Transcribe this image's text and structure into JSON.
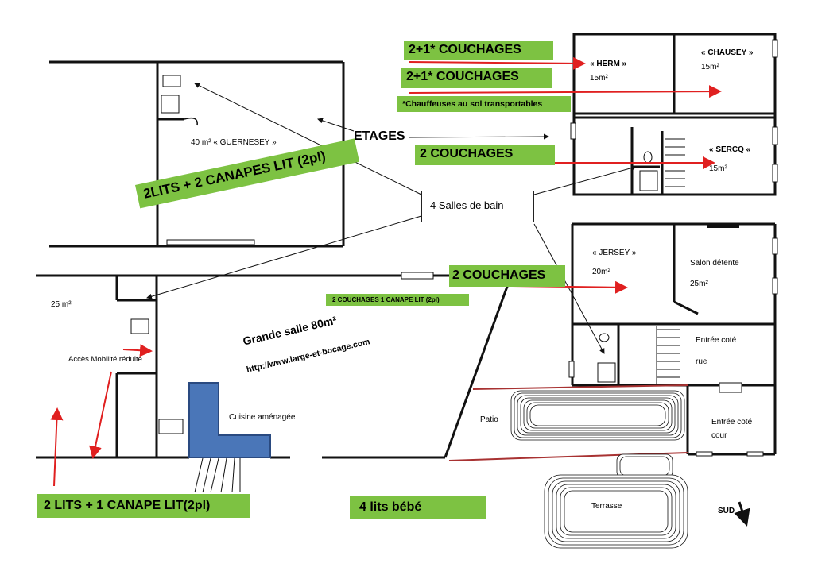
{
  "top_labels": {
    "herm_couchages": "2+1* COUCHAGES",
    "chausey_couchages": "2+1* COUCHAGES",
    "chauffeuses_note": "*Chauffeuses au sol transportables",
    "sercq_couchages": "2 COUCHAGES",
    "etages": "ETAGES"
  },
  "rooms": {
    "herm": {
      "name": "« HERM »",
      "area": "15m²"
    },
    "chausey": {
      "name": "« CHAUSEY »",
      "area": "15m²"
    },
    "sercq": {
      "name": "« SERCQ «",
      "area": "15m²"
    },
    "guernesey": {
      "name": "40 m² « GUERNESEY »"
    },
    "jersey": {
      "name": "« JERSEY »",
      "area": "20m²"
    },
    "salon": {
      "name": "Salon détente",
      "area": "25m²"
    },
    "entree_rue": {
      "line1": "Entrée coté",
      "line2": "rue"
    },
    "entree_cour": {
      "line1": "Entrée coté",
      "line2": "cour"
    },
    "left_room_area": "25 m²",
    "grande_salle": "Grande salle 80m²",
    "website": "http://www.large-et-bocage.com",
    "cuisine": "Cuisine aménagée",
    "patio": "Patio",
    "terrasse": "Terrasse",
    "sud": "SUD",
    "acces": "Accès Mobilité réduite"
  },
  "salles_de_bain": "4 Salles de bain",
  "green_labels": {
    "guernesey_beds": "2LITS + 2 CANAPES LIT (2pl)",
    "jersey_couchages": "2 COUCHAGES",
    "grande_salle_couchages": "2 COUCHAGES 1 CANAPE LIT (2pl)",
    "ground_left": "2 LITS + 1 CANAPE LIT(2pl)",
    "lits_bebe": "4 lits bébé"
  },
  "colors": {
    "green": "#7dc242",
    "red_arrow": "#e02020",
    "kitchen_blue": "#4a76b8",
    "wall": "#111111"
  }
}
